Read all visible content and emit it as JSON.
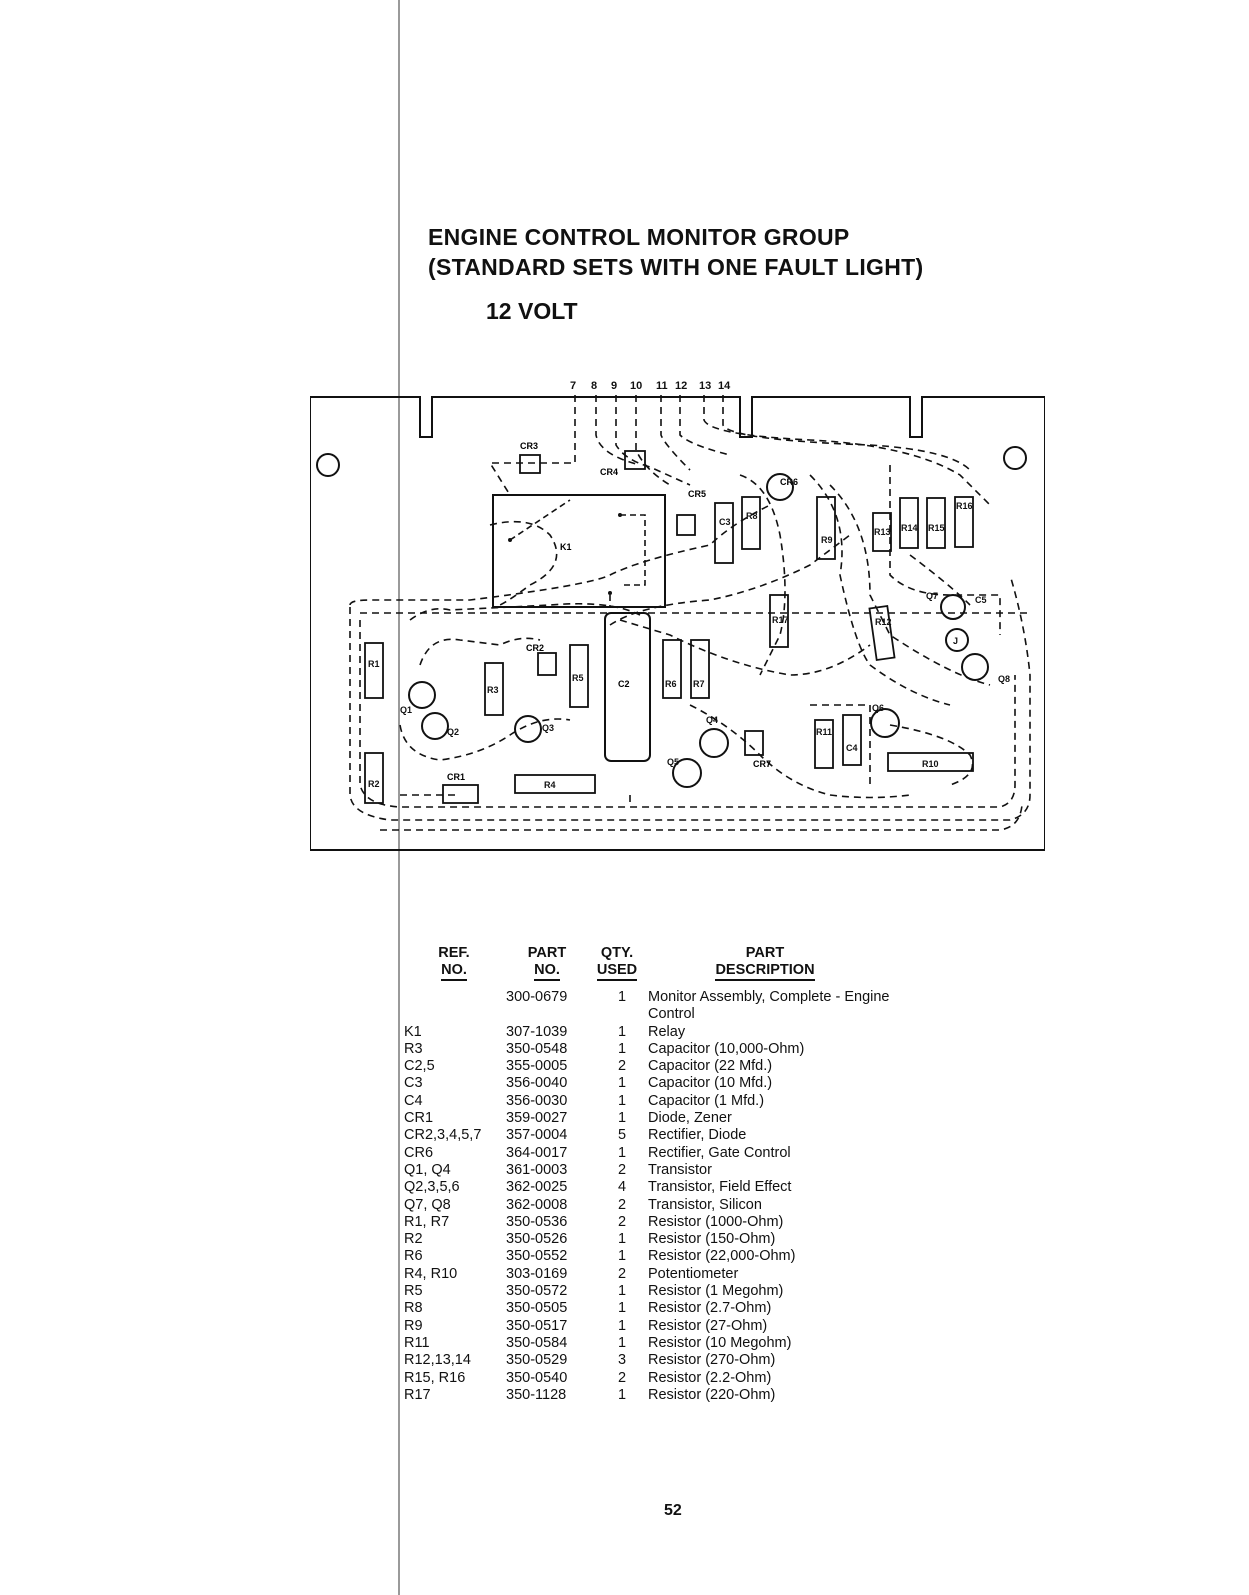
{
  "header": {
    "title_line1": "ENGINE CONTROL MONITOR GROUP",
    "title_line2": "(STANDARD SETS WITH ONE FAULT LIGHT)",
    "subtitle": "12 VOLT"
  },
  "schematic": {
    "terminals": [
      "7",
      "8",
      "9",
      "10",
      "11",
      "12",
      "13",
      "14"
    ],
    "labels": {
      "cr3": "CR3",
      "cr4": "CR4",
      "cr5": "CR5",
      "cr6": "CR6",
      "cr1": "CR1",
      "cr2": "CR2",
      "cr7": "CR7",
      "k1": "K1",
      "c2": "C2",
      "c3": "C3",
      "c4": "C4",
      "c5": "C5",
      "r1": "R1",
      "r2": "R2",
      "r3": "R3",
      "r4": "R4",
      "r5": "R5",
      "r6": "R6",
      "r7": "R7",
      "r8": "R8",
      "r9": "R9",
      "r10": "R10",
      "r11": "R11",
      "r12": "R12",
      "r13": "R13",
      "r14": "R14",
      "r15": "R15",
      "r16": "R16",
      "r17": "R17",
      "q1": "Q1",
      "q2": "Q2",
      "q3": "Q3",
      "q4": "Q4",
      "q5": "Q5",
      "q6": "Q6",
      "q7": "Q7",
      "q8": "Q8",
      "j": "J"
    }
  },
  "parts_table": {
    "headers": {
      "ref_1": "REF.",
      "ref_2": "NO.",
      "part_1": "PART",
      "part_2": "NO.",
      "qty_1": "QTY.",
      "qty_2": "USED",
      "desc_1": "PART",
      "desc_2": "DESCRIPTION"
    },
    "rows": [
      {
        "ref": "",
        "part": "300-0679",
        "qty": "1",
        "desc": "Monitor Assembly, Complete - Engine Control"
      },
      {
        "ref": "K1",
        "part": "307-1039",
        "qty": "1",
        "desc": "Relay"
      },
      {
        "ref": "R3",
        "part": "350-0548",
        "qty": "1",
        "desc": "Capacitor (10,000-Ohm)"
      },
      {
        "ref": "C2,5",
        "part": "355-0005",
        "qty": "2",
        "desc": "Capacitor (22 Mfd.)"
      },
      {
        "ref": "C3",
        "part": "356-0040",
        "qty": "1",
        "desc": "Capacitor (10 Mfd.)"
      },
      {
        "ref": "C4",
        "part": "356-0030",
        "qty": "1",
        "desc": "Capacitor (1 Mfd.)"
      },
      {
        "ref": "CR1",
        "part": "359-0027",
        "qty": "1",
        "desc": "Diode, Zener"
      },
      {
        "ref": "CR2,3,4,5,7",
        "part": "357-0004",
        "qty": "5",
        "desc": "Rectifier, Diode"
      },
      {
        "ref": "CR6",
        "part": "364-0017",
        "qty": "1",
        "desc": "Rectifier, Gate Control"
      },
      {
        "ref": "Q1, Q4",
        "part": "361-0003",
        "qty": "2",
        "desc": "Transistor"
      },
      {
        "ref": "Q2,3,5,6",
        "part": "362-0025",
        "qty": "4",
        "desc": "Transistor, Field Effect"
      },
      {
        "ref": "Q7, Q8",
        "part": "362-0008",
        "qty": "2",
        "desc": "Transistor, Silicon"
      },
      {
        "ref": "R1, R7",
        "part": "350-0536",
        "qty": "2",
        "desc": "Resistor (1000-Ohm)"
      },
      {
        "ref": "R2",
        "part": "350-0526",
        "qty": "1",
        "desc": "Resistor (150-Ohm)"
      },
      {
        "ref": "R6",
        "part": "350-0552",
        "qty": "1",
        "desc": "Resistor (22,000-Ohm)"
      },
      {
        "ref": "R4, R10",
        "part": "303-0169",
        "qty": "2",
        "desc": "Potentiometer"
      },
      {
        "ref": "R5",
        "part": "350-0572",
        "qty": "1",
        "desc": "Resistor (1 Megohm)"
      },
      {
        "ref": "R8",
        "part": "350-0505",
        "qty": "1",
        "desc": "Resistor (2.7-Ohm)"
      },
      {
        "ref": "R9",
        "part": "350-0517",
        "qty": "1",
        "desc": "Resistor (27-Ohm)"
      },
      {
        "ref": "R11",
        "part": "350-0584",
        "qty": "1",
        "desc": "Resistor (10 Megohm)"
      },
      {
        "ref": "R12,13,14",
        "part": "350-0529",
        "qty": "3",
        "desc": "Resistor (270-Ohm)"
      },
      {
        "ref": "R15, R16",
        "part": "350-0540",
        "qty": "2",
        "desc": "Resistor (2.2-Ohm)"
      },
      {
        "ref": "R17",
        "part": "350-1128",
        "qty": "1",
        "desc": "Resistor (220-Ohm)"
      }
    ]
  },
  "page_number": "52"
}
